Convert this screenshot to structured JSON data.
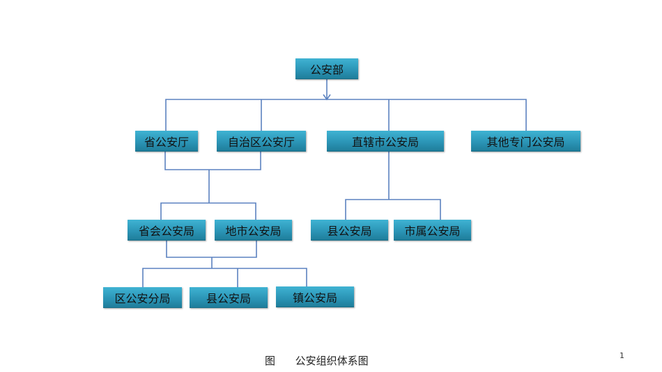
{
  "nodes": {
    "ministry": "公安部",
    "provincial_dept": "省公安厅",
    "autonomous_dept": "自治区公安厅",
    "municipal_bureau": "直辖市公安局",
    "special_bureau": "其他专门公安局",
    "capital_bureau": "省会公安局",
    "city_bureau": "地市公安局",
    "county_bureau_a": "县公安局",
    "city_affiliated_bureau": "市属公安局",
    "district_branch": "区公安分局",
    "county_bureau_b": "县公安局",
    "town_bureau": "镇公安局"
  },
  "caption_label": "图",
  "caption_title": "公安组织体系图",
  "page_number": "1",
  "colors": {
    "box": "#2a93b4",
    "line": "#5b82c0"
  }
}
